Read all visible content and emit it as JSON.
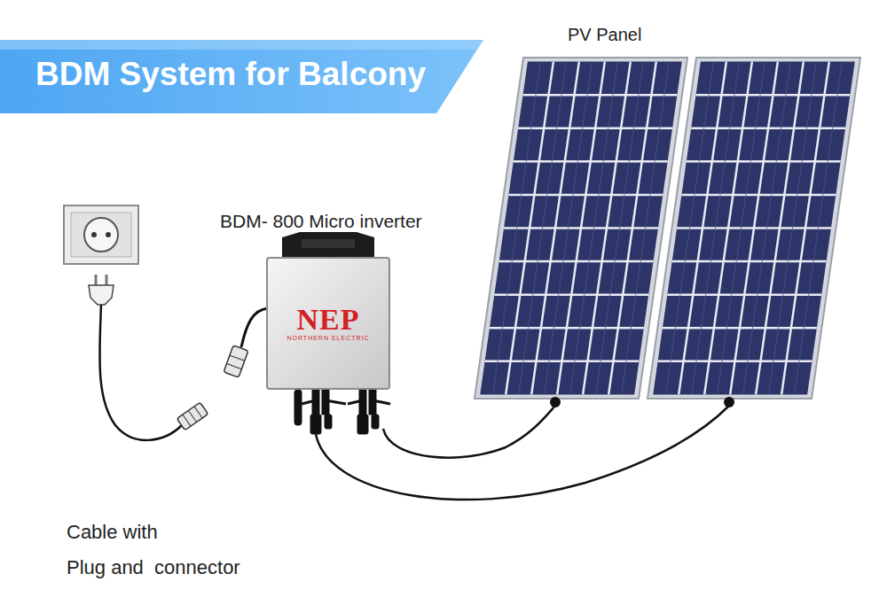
{
  "diagram": {
    "title": "BDM System for Balcony",
    "nodes": [
      {
        "text": [
          "NEP",
          "NORTHERN ELECTRIC"
        ]
      }
    ],
    "labels": [
      "PV Panel",
      "BDM- 800 Micro inverter",
      "Cable with",
      "Plug and  connector"
    ]
  }
}
